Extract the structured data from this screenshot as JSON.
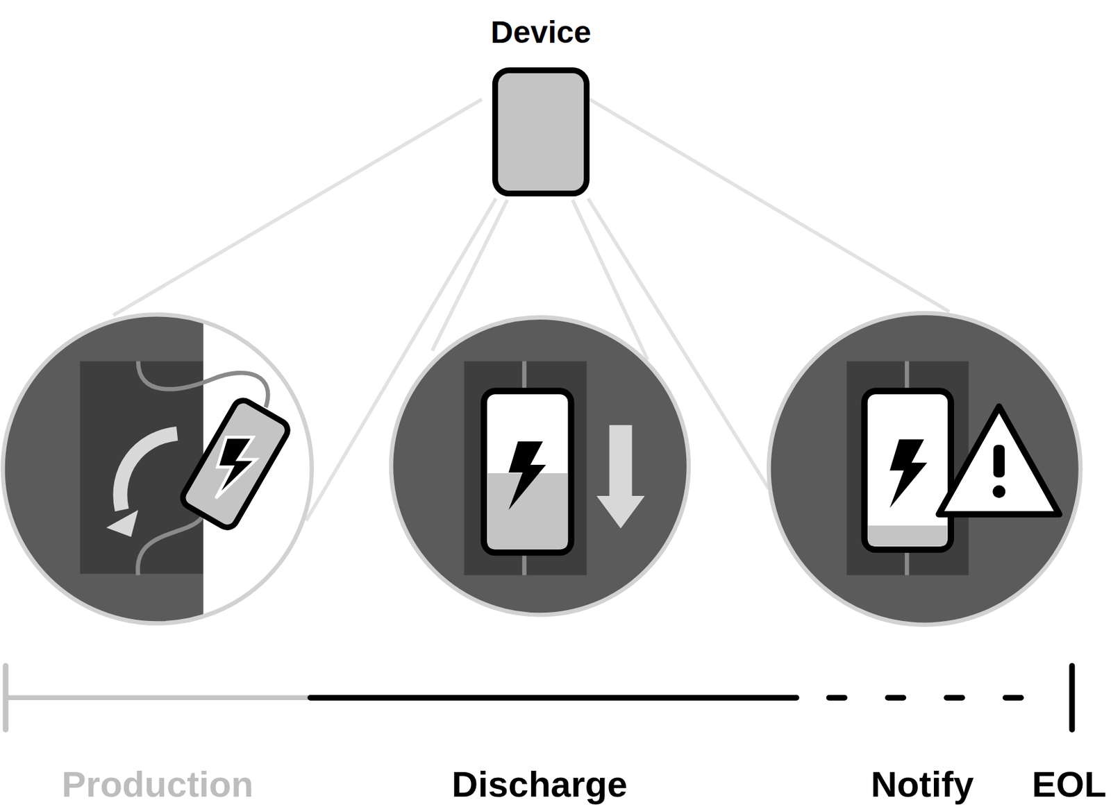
{
  "diagram": {
    "nodes": [
      {
        "text": [
          "Device"
        ]
      }
    ],
    "labels": [
      "Production",
      "Discharge",
      "Notify",
      "EOL"
    ]
  }
}
